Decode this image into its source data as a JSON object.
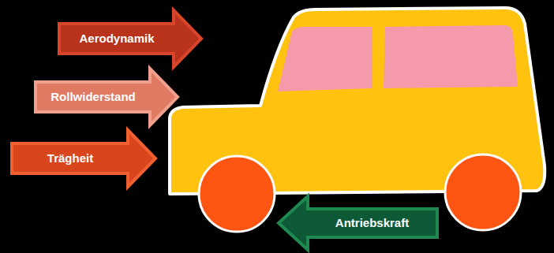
{
  "diagram": {
    "nodes": [
      {
        "text": [
          "Aerodynamik"
        ]
      },
      {
        "text": [
          "Rollwiderstand"
        ]
      },
      {
        "text": [
          "Trägheit"
        ]
      },
      {
        "text": [
          "Antriebskraft"
        ]
      }
    ]
  }
}
